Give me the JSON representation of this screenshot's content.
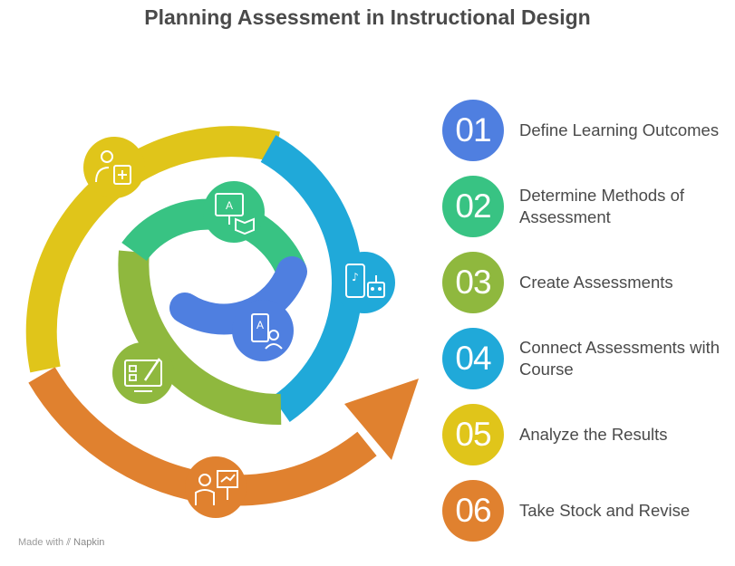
{
  "title": "Planning Assessment in Instructional Design",
  "colors": {
    "blue": "#4f7fe0",
    "green": "#38c383",
    "olive": "#8fb83e",
    "cyan": "#20a9d9",
    "yellow": "#e0c51a",
    "orange": "#e0812f"
  },
  "steps": [
    {
      "number": "01",
      "label": "Define Learning Outcomes",
      "color": "#4f7fe0",
      "icon": "learner-document-icon"
    },
    {
      "number": "02",
      "label": "Determine Methods of Assessment",
      "color": "#38c383",
      "icon": "presentation-book-icon"
    },
    {
      "number": "03",
      "label": "Create Assessments",
      "color": "#8fb83e",
      "icon": "monitor-pencil-icon"
    },
    {
      "number": "04",
      "label": "Connect Assessments with Course",
      "color": "#20a9d9",
      "icon": "device-robot-icon"
    },
    {
      "number": "05",
      "label": "Analyze the Results",
      "color": "#e0c51a",
      "icon": "person-clipboard-icon"
    },
    {
      "number": "06",
      "label": "Take Stock and Revise",
      "color": "#e0812f",
      "icon": "presenter-chart-icon"
    }
  ],
  "footer": {
    "made_with": "Made with",
    "brand": "Napkin"
  }
}
